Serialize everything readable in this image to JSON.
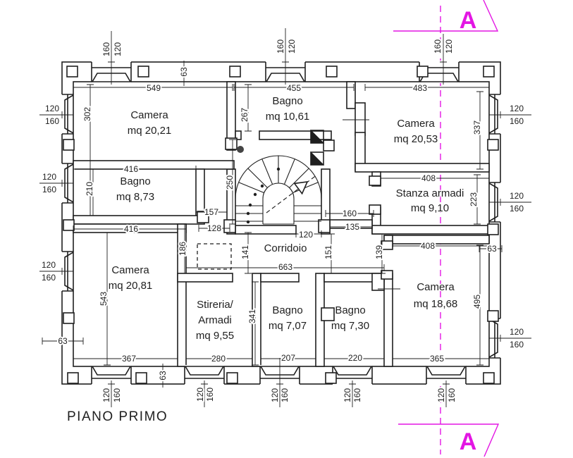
{
  "title": "PIANO PRIMO",
  "section": {
    "label": "A"
  },
  "colors": {
    "ink": "#1f1f1f",
    "magenta": "#e316e3",
    "bg": "#ffffff"
  },
  "rooms": {
    "camera1": {
      "name": "Camera",
      "area": "mq 20,21"
    },
    "bagno1": {
      "name": "Bagno",
      "area": "mq 10,61"
    },
    "camera2": {
      "name": "Camera",
      "area": "mq 20,53"
    },
    "bagno2": {
      "name": "Bagno",
      "area": "mq 8,73"
    },
    "stanza": {
      "name": "Stanza armadi",
      "area": "mq 9,10"
    },
    "camera3": {
      "name": "Camera",
      "area": "mq 20,81"
    },
    "corridoio": {
      "name": "Corridoio"
    },
    "stireria": {
      "line1": "Stireria/",
      "line2": "Armadi",
      "area": "mq 9,55"
    },
    "bagno3": {
      "name": "Bagno",
      "area": "mq 7,07"
    },
    "bagno4": {
      "name": "Bagno",
      "area": "mq 7,30"
    },
    "camera4": {
      "name": "Camera",
      "area": "mq 18,68"
    }
  },
  "dims": {
    "549": "549",
    "455": "455",
    "483": "483",
    "63": "63",
    "120": "120",
    "160": "160",
    "302": "302",
    "267": "267",
    "337": "337",
    "416": "416",
    "210": "210",
    "250": "250",
    "408": "408",
    "223": "223",
    "157": "157",
    "128": "128",
    "135": "135",
    "141": "141",
    "151": "151",
    "139": "139",
    "186": "186",
    "663": "663",
    "543": "543",
    "495": "495",
    "341": "341",
    "367": "367",
    "280": "280",
    "207": "207",
    "220": "220",
    "365": "365"
  }
}
